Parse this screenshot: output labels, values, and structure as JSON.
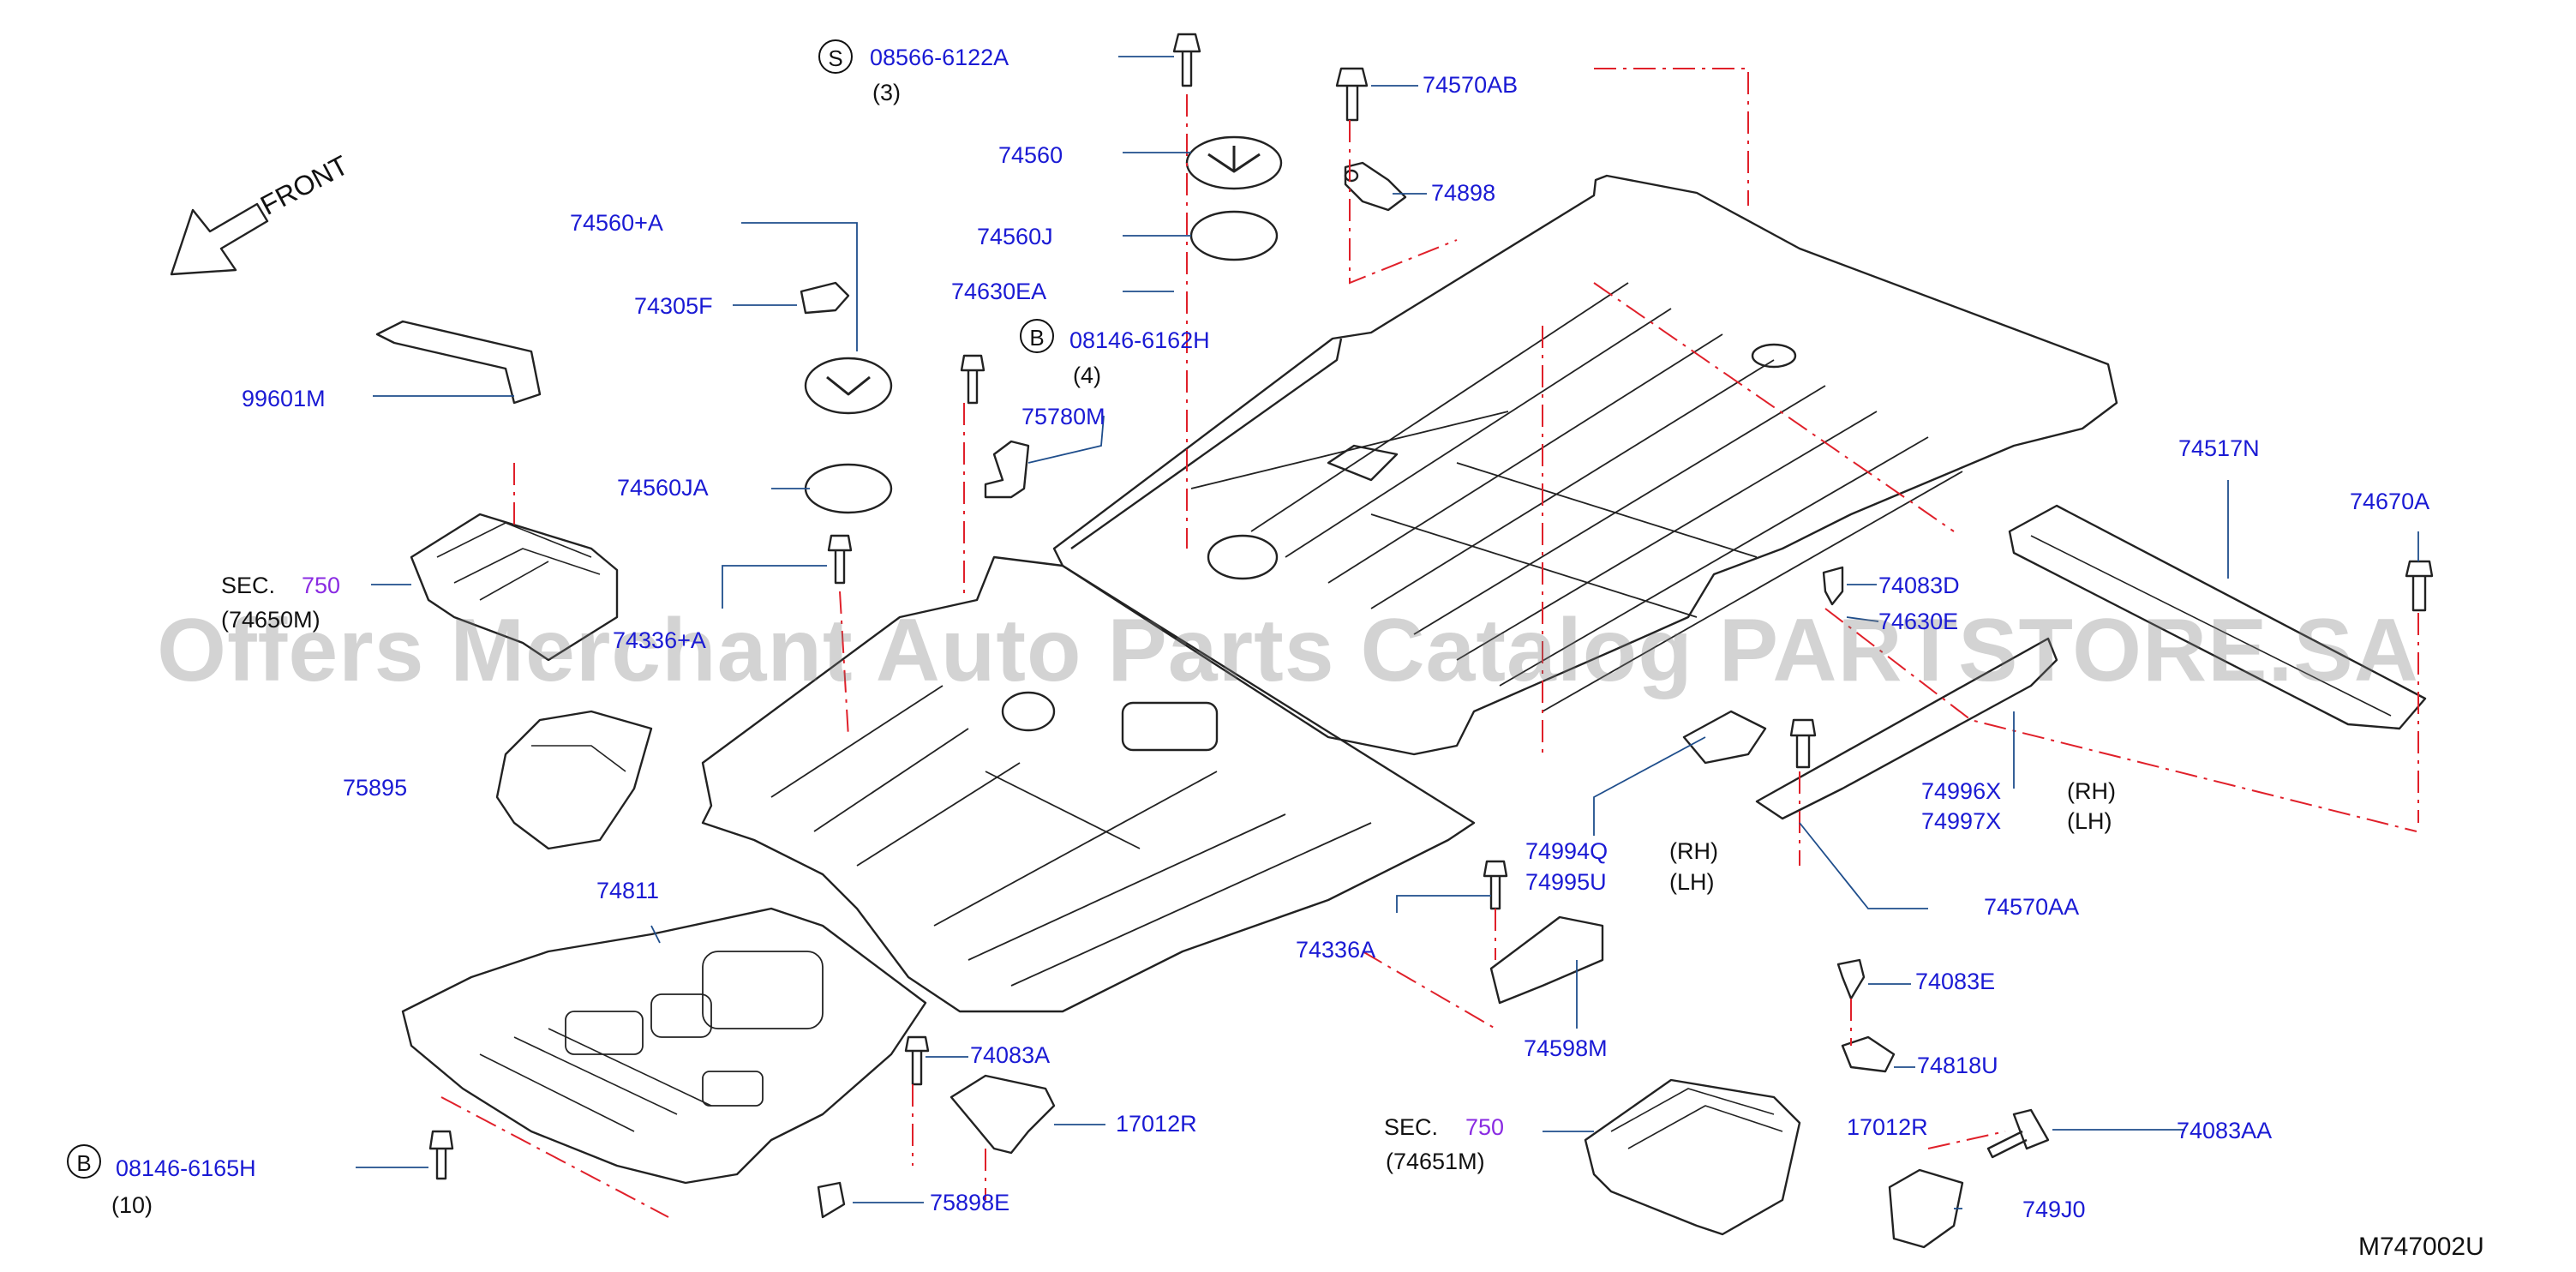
{
  "watermark": "Offers Merchant Auto Parts Catalog PARTSTORE.SA",
  "diagram_id": "M747002U",
  "front_label": "FRONT",
  "colors": {
    "part_number": "#1a1ad4",
    "section_ref": "#8a2be2",
    "leader": "#1f4e8c",
    "center_line": "#e0202a",
    "line_art": "#222222"
  },
  "labels": {
    "screw_s_symbol": "S",
    "screw_s_part": "08566-6122A",
    "screw_s_qty": "(3)",
    "p74570AB": "74570AB",
    "p74560": "74560",
    "p74898": "74898",
    "p74560pA": "74560+A",
    "p74560J": "74560J",
    "p74305F": "74305F",
    "p74630EA": "74630EA",
    "bolt_b1_symbol": "B",
    "bolt_b1_part": "08146-6162H",
    "bolt_b1_qty": "(4)",
    "p99601M": "99601M",
    "p75780M": "75780M",
    "p74560JA": "74560JA",
    "p74517N": "74517N",
    "p74670A": "74670A",
    "sec1_prefix": "SEC.",
    "sec1_num": "750",
    "sec1_sub": "(74650M)",
    "p74336pA": "74336+A",
    "p74083D": "74083D",
    "p74630E": "74630E",
    "p75895": "75895",
    "p74996X": "74996X",
    "p74996X_side": "(RH)",
    "p74997X": "74997X",
    "p74997X_side": "(LH)",
    "p74994Q": "74994Q",
    "p74994Q_side": "(RH)",
    "p74995U": "74995U",
    "p74995U_side": "(LH)",
    "p74811": "74811",
    "p74570AA": "74570AA",
    "p74336A": "74336A",
    "p74083E": "74083E",
    "p74598M": "74598M",
    "p74083A": "74083A",
    "p74818U": "74818U",
    "p17012R_a": "17012R",
    "sec2_prefix": "SEC.",
    "sec2_num": "750",
    "sec2_sub": "(74651M)",
    "p17012R_b": "17012R",
    "p74083AA": "74083AA",
    "bolt_b2_symbol": "B",
    "bolt_b2_part": "08146-6165H",
    "bolt_b2_qty": "(10)",
    "p75898E": "75898E",
    "p749J0": "749J0"
  }
}
